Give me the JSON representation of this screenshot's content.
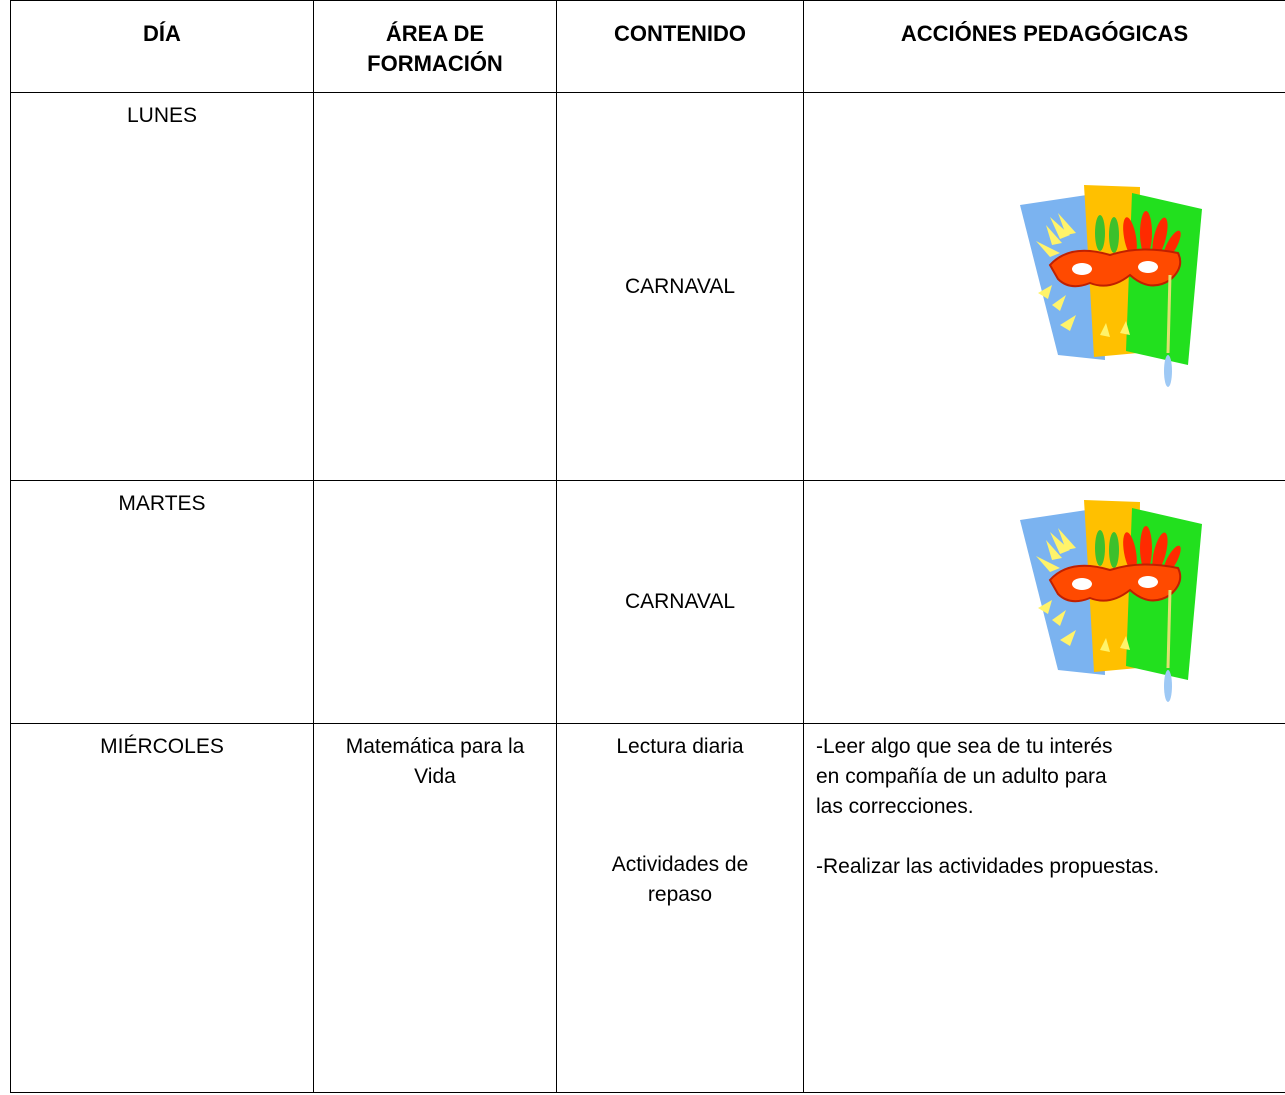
{
  "headers": {
    "dia": "DÍA",
    "area": "ÁREA DE FORMACIÓN",
    "contenido": "CONTENIDO",
    "acciones": "ACCIÓNES PEDAGÓGICAS"
  },
  "rows": [
    {
      "dia": "LUNES",
      "area": "",
      "contenido": "CARNAVAL",
      "icon": "carnival-mask-icon"
    },
    {
      "dia": "MARTES",
      "area": "",
      "contenido": "CARNAVAL",
      "icon": "carnival-mask-icon"
    },
    {
      "dia": "MIÉRCOLES",
      "area": "Matemática para la Vida",
      "contenidos": [
        "Lectura diaria",
        "Actividades de repaso"
      ],
      "acciones": [
        "-Leer algo que sea de tu interés\nen compañía de un adulto para\nlas correcciones.",
        "-Realizar las actividades propuestas."
      ]
    }
  ]
}
